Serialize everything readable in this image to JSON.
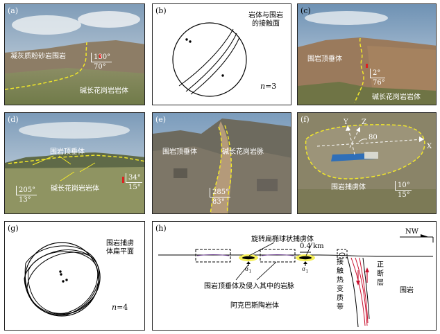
{
  "panels": {
    "a": {
      "label": "(a)",
      "country_rock": "凝灰质粉砂岩围岩",
      "orient_top": "130°",
      "orient_bot": "70°",
      "granite": "碱长花岗岩岩体"
    },
    "b": {
      "label": "(b)",
      "title_line1": "岩体与围岩",
      "title_line2": "的接触面",
      "n_label": "n",
      "n_value": "=3"
    },
    "c": {
      "label": "(c)",
      "roof_pendant": "围岩顶垂体",
      "orient_top": "2°",
      "orient_bot": "76°",
      "granite": "碱长花岗岩岩体"
    },
    "d": {
      "label": "(d)",
      "roof_pendant": "围岩顶垂体",
      "orient_top": "34°",
      "orient_bot": "15°",
      "orient2_top": "205°",
      "orient2_bot": "13°",
      "granite": "碱长花岗岩岩体"
    },
    "e": {
      "label": "(e)",
      "roof_pendant": "围岩顶垂体",
      "dike": "碱长花岗岩脉",
      "orient_top": "285°",
      "orient_bot": "83°"
    },
    "f": {
      "label": "(f)",
      "axis_y": "Y",
      "axis_z": "Z",
      "axis_x": "X",
      "angle": "80",
      "xenolith": "围岩捕虏体",
      "orient_top": "10°",
      "orient_bot": "15°"
    },
    "g": {
      "label": "(g)",
      "title_line1": "围岩捕虏",
      "title_line2": "体扁平面",
      "n_label": "n",
      "n_value": "=4"
    },
    "h": {
      "label": "(h)",
      "ellipsoid_xenolith": "旋转扁椭球状捕虏体",
      "roof_and_dikes": "围岩顶垂体及侵入其中的岩脉",
      "pluton": "阿克巴斯陶岩体",
      "contact_zone": [
        "接",
        "触",
        "热",
        "变",
        "质",
        "带"
      ],
      "normal_fault": [
        "正",
        "断",
        "层"
      ],
      "country_rock": "围岩",
      "scale": "0.4 km",
      "north": "NW",
      "sigma": "σ",
      "sigma_sub": "1"
    }
  }
}
